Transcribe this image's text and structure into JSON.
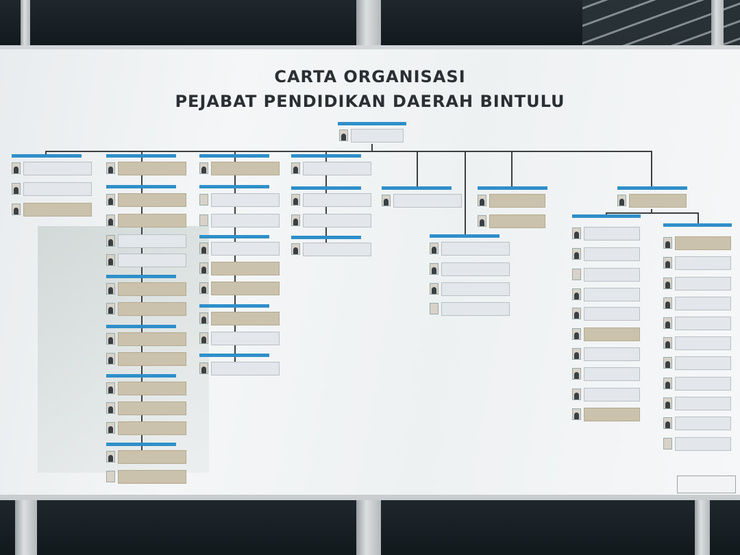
{
  "chart_title": {
    "line1": "CARTA ORGANISASI",
    "line2": "PEJABAT PENDIDIKAN   DAERAH BINTULU"
  },
  "scene": {
    "object": "organisation-chart-board",
    "colors": {
      "board": "#f2f4f5",
      "header_strip": "#2f8fc9",
      "card_grey": "#e3e6ea",
      "card_tan": "#cbc2ad",
      "connector": "#3b3f42"
    }
  }
}
